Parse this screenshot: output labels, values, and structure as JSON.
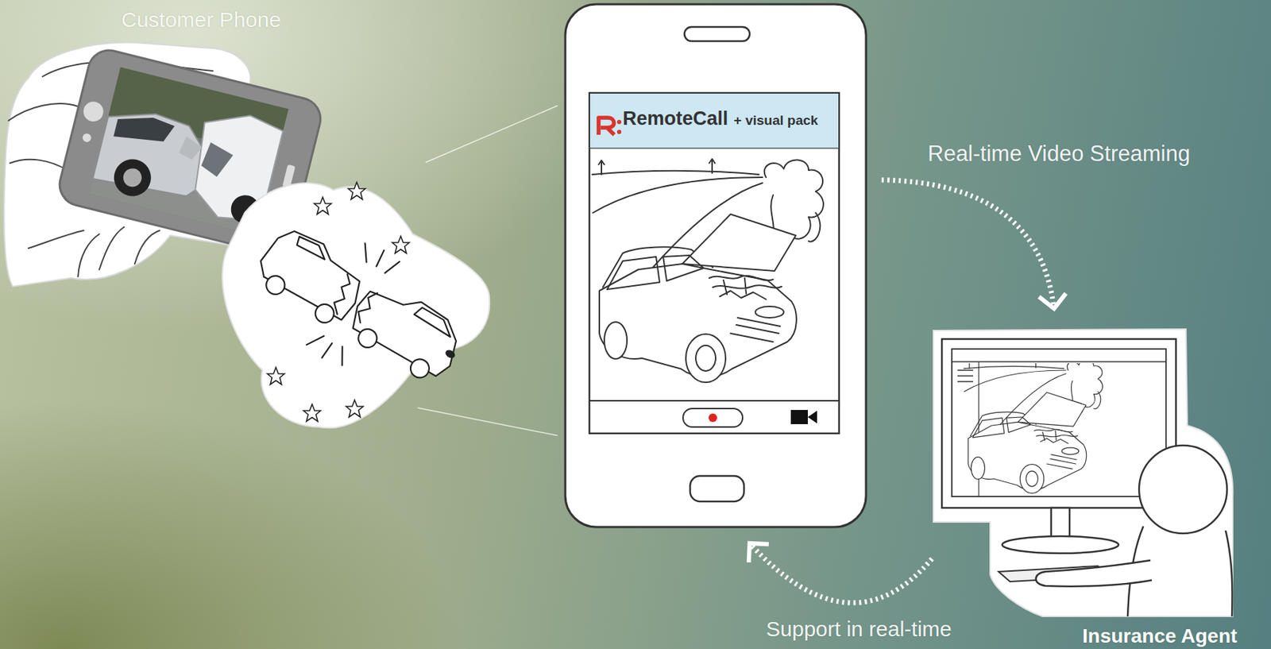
{
  "diagram": {
    "nodes": [
      {
        "text": [
          "Customer Phone"
        ]
      },
      {
        "text": [
          "RemoteCall",
          "+ visual pack"
        ]
      },
      {
        "text": [
          "Insurance Agent"
        ]
      }
    ],
    "edges": [
      {
        "from": 1,
        "to": 2,
        "label": "Real-time Video Streaming",
        "arrow": "to"
      },
      {
        "from": 2,
        "to": 1,
        "label": "Support in real-time",
        "arrow": "to"
      }
    ]
  }
}
